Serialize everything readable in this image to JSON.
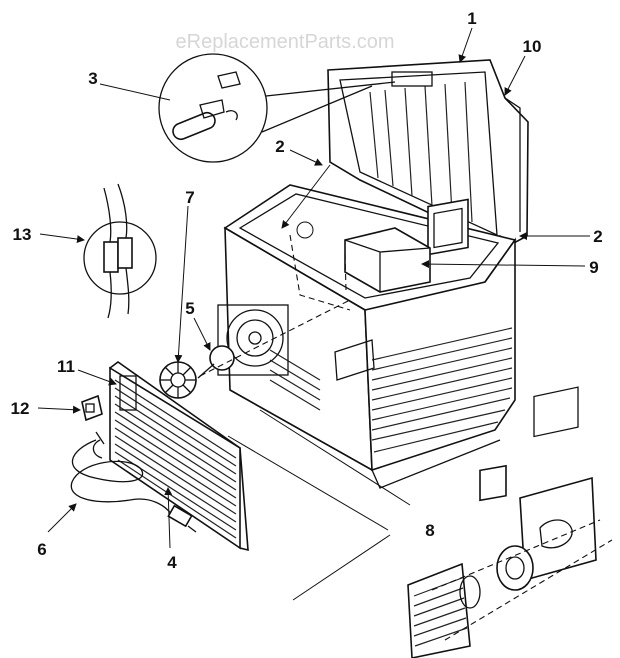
{
  "watermark": "eReplacementParts.com",
  "callouts": {
    "c1": "1",
    "c2a": "2",
    "c2b": "2",
    "c3": "3",
    "c4": "4",
    "c5": "5",
    "c6": "6",
    "c7": "7",
    "c8": "8",
    "c9": "9",
    "c10": "10",
    "c11": "11",
    "c12": "12",
    "c13": "13"
  }
}
